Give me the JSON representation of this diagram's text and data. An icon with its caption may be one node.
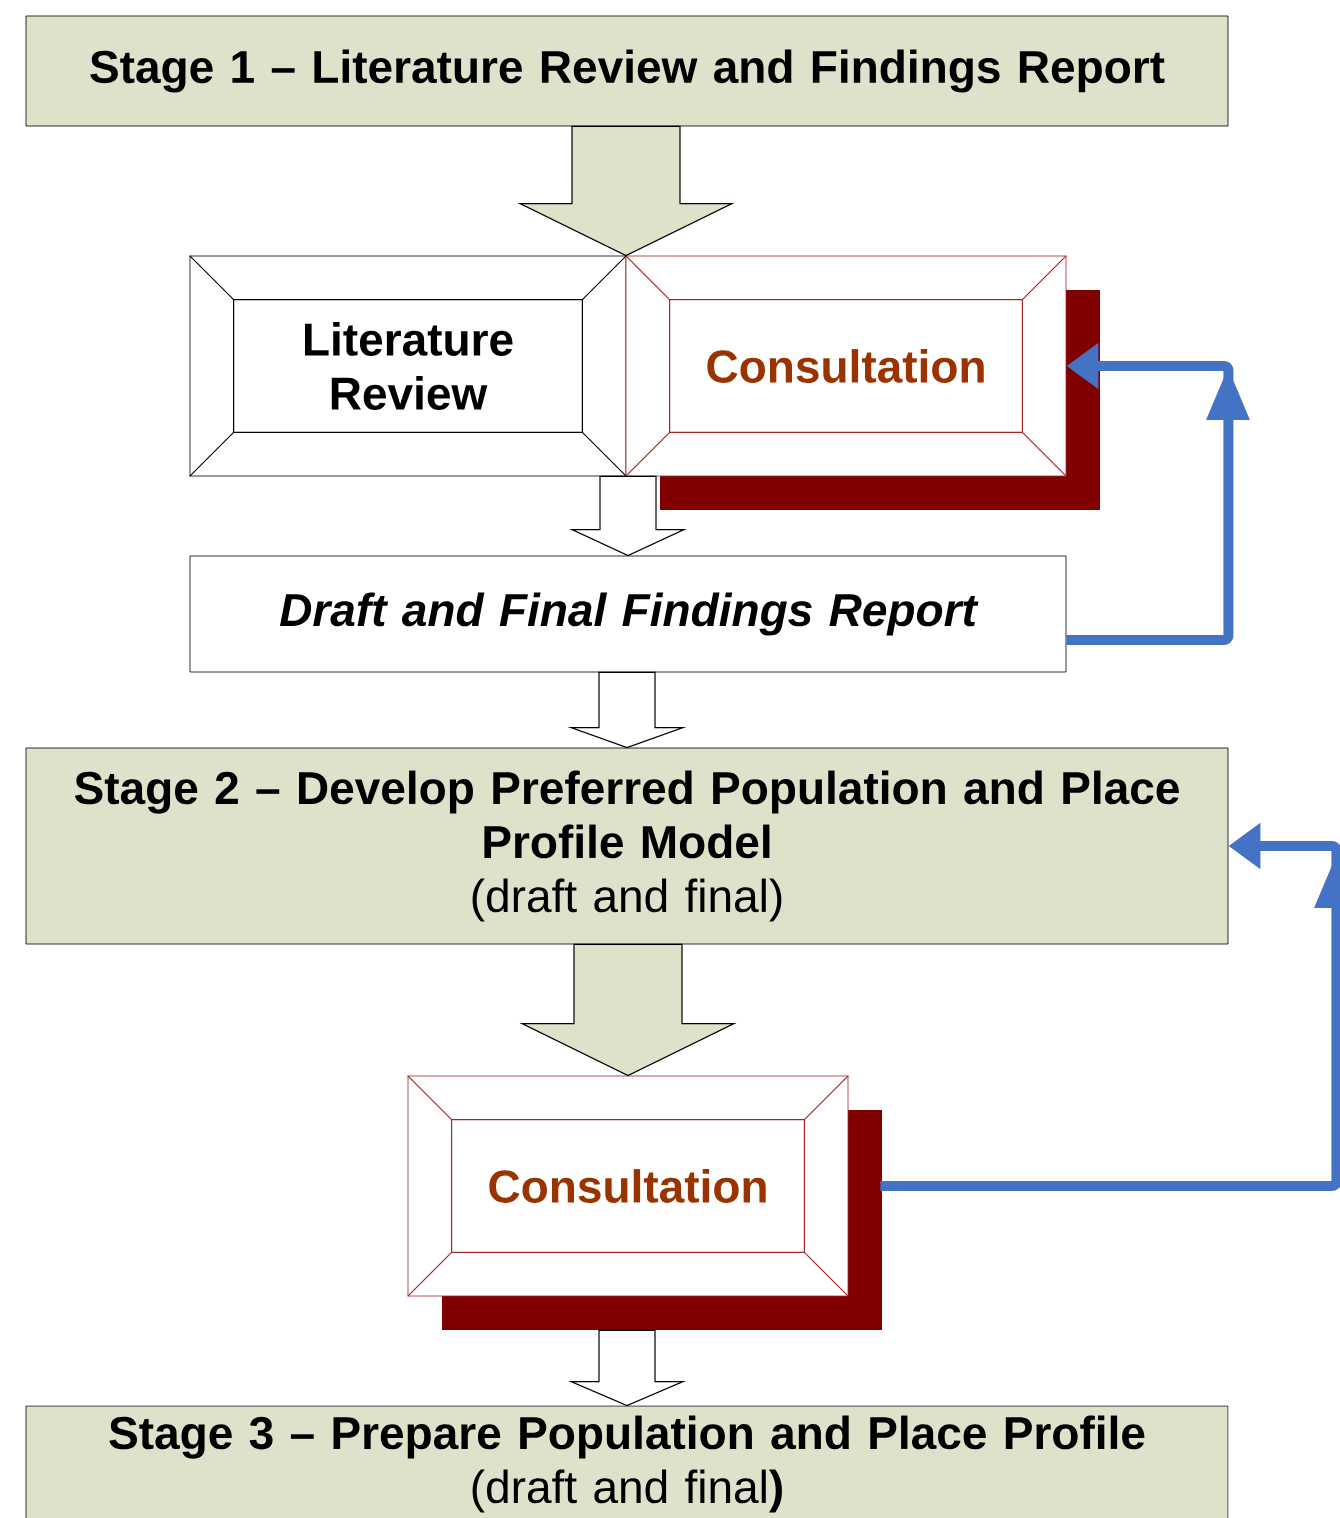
{
  "diagram": {
    "nodes": [
      {
        "text": [
          "Stage 1 – Literature Review and Findings Report"
        ]
      },
      {
        "text": [
          "Literature Review"
        ]
      },
      {
        "text": [
          "Consultation"
        ]
      },
      {
        "text": [
          "Draft and Final Findings Report"
        ]
      },
      {
        "text": [
          "Stage 2 – Develop Preferred Population and Place Profile Model",
          "(draft and final)"
        ]
      },
      {
        "text": [
          "Consultation"
        ]
      },
      {
        "text": [
          "Stage 3 – Prepare Population and Place Profile",
          "(draft and final**)**"
        ]
      }
    ],
    "edges": [
      {
        "from": 0,
        "to": 1,
        "arrow": "to",
        "style": "thick",
        "color": "#dde2ca"
      },
      {
        "from": 0,
        "to": 2,
        "arrow": "to",
        "style": "thick",
        "color": "#dde2ca"
      },
      {
        "from": 1,
        "to": 3,
        "arrow": "to",
        "style": "thick"
      },
      {
        "from": 2,
        "to": 3,
        "arrow": "to",
        "style": "thick"
      },
      {
        "from": 3,
        "to": 4,
        "arrow": "to",
        "style": "thick"
      },
      {
        "from": 4,
        "to": 5,
        "arrow": "to",
        "style": "thick",
        "color": "#dde2ca"
      },
      {
        "from": 5,
        "to": 6,
        "arrow": "to",
        "style": "thick"
      },
      {
        "from": 3,
        "to": 2,
        "arrow": "to",
        "color": "#4472c4"
      },
      {
        "from": 5,
        "to": 4,
        "arrow": "to",
        "color": "#4472c4"
      }
    ]
  }
}
